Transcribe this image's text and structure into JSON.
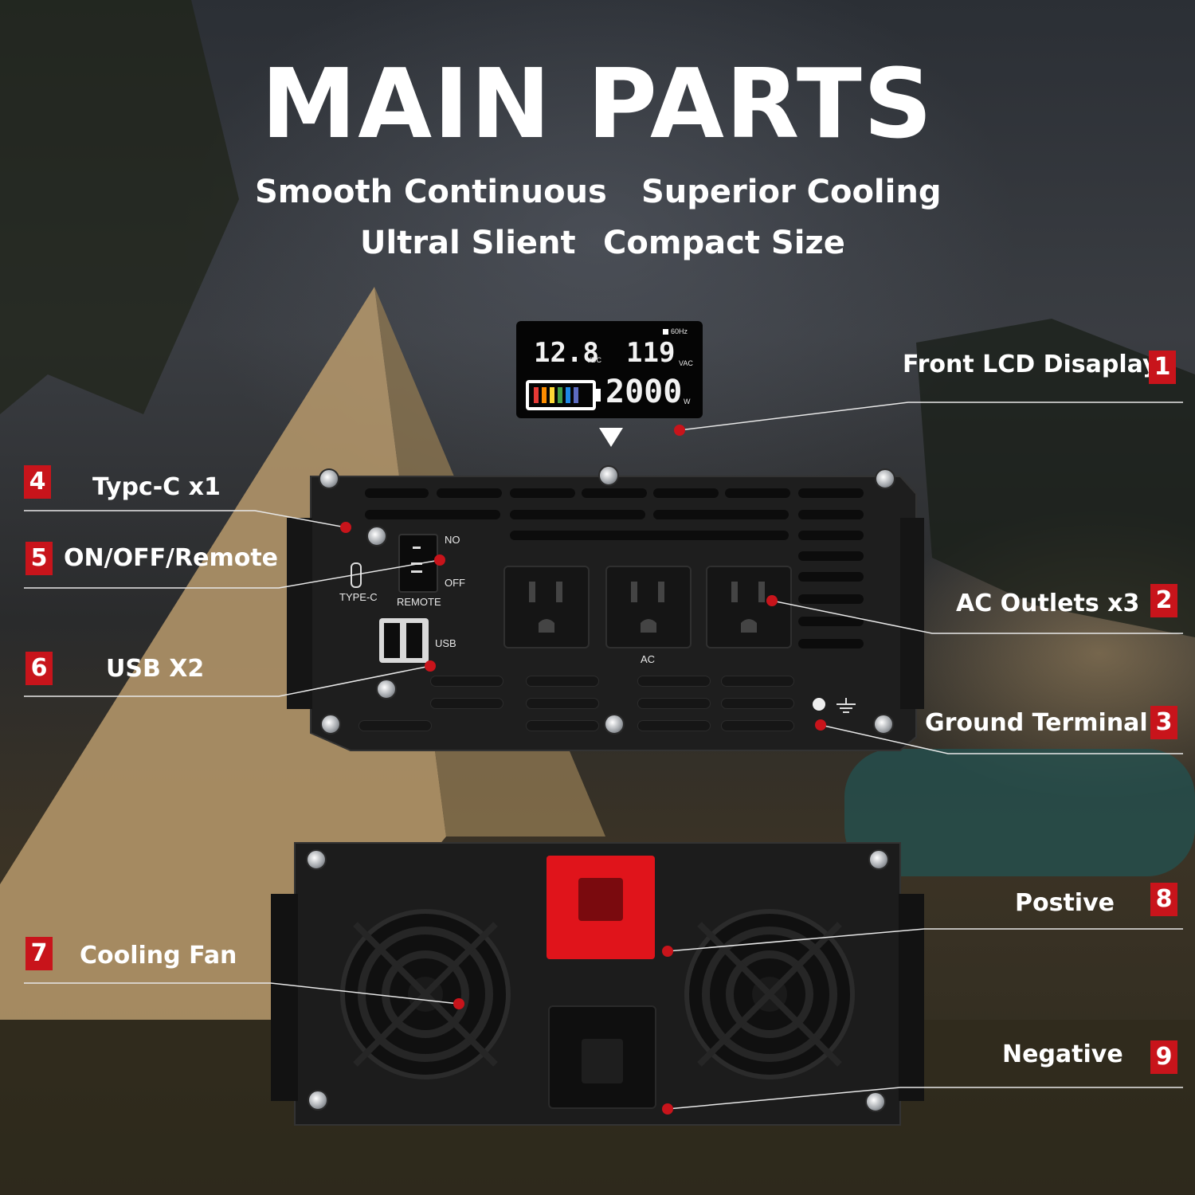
{
  "title": "MAIN PARTS",
  "features": [
    "Smooth Continuous",
    "Superior Cooling",
    "Ultral Slient",
    "Compact Size"
  ],
  "lcd": {
    "dc_voltage": "12.8",
    "dc_unit": "VDC",
    "ac_voltage": "119",
    "ac_unit": "VAC",
    "frequency": "60Hz",
    "power": "2000",
    "power_unit": "W"
  },
  "panel_labels": {
    "type_c": "TYPE-C",
    "remote": "REMOTE",
    "switch_on": "NO",
    "switch_off": "OFF",
    "usb": "USB",
    "ac": "AC"
  },
  "callouts": [
    {
      "number": "1",
      "label": "Front LCD Disaplay"
    },
    {
      "number": "2",
      "label": "AC Outlets x3"
    },
    {
      "number": "3",
      "label": "Ground Terminal"
    },
    {
      "number": "4",
      "label": "Typc-C x1"
    },
    {
      "number": "5",
      "label": "ON/OFF/Remote"
    },
    {
      "number": "6",
      "label": "USB X2"
    },
    {
      "number": "7",
      "label": "Cooling Fan"
    },
    {
      "number": "8",
      "label": "Postive"
    },
    {
      "number": "9",
      "label": "Negative"
    }
  ],
  "colors": {
    "accent": "#c8141b",
    "terminal_positive": "#e0141b",
    "panel": "#1c1c1c",
    "text": "#ffffff"
  }
}
